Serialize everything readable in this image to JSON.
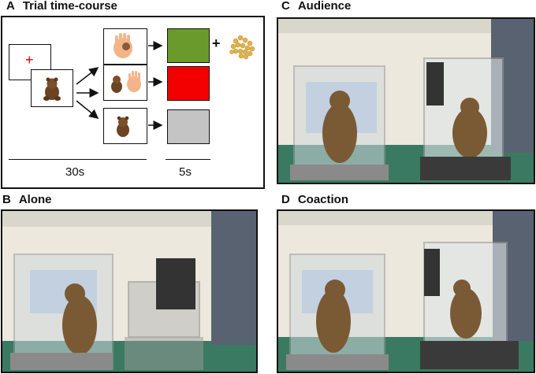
{
  "panels": {
    "a": {
      "letter": "A",
      "title": "Trial time-course"
    },
    "b": {
      "letter": "B",
      "title": "Alone"
    },
    "c": {
      "letter": "C",
      "title": "Audience"
    },
    "d": {
      "letter": "D",
      "title": "Coaction"
    }
  },
  "timecourse": {
    "fixation_symbol": "+",
    "reward_symbol": "+",
    "durations": {
      "stimulus": "30s",
      "feedback": "5s"
    },
    "feedback_colors": {
      "correct": "#6a9a2c",
      "incorrect": "#f20000",
      "no_response": "#c4c4c4"
    }
  },
  "colors": {
    "cage_floor": "#3b7a62",
    "wall": "#ece8dd",
    "monkey": "#7a5a35"
  }
}
